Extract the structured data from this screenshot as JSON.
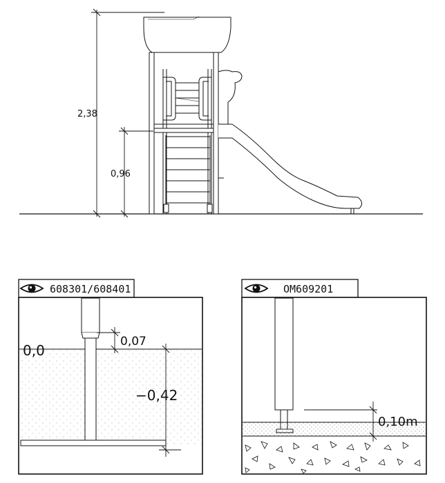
{
  "elevation": {
    "total_height": "2,38",
    "platform_height": "0,96"
  },
  "detail_left": {
    "label": "608301/608401",
    "ground_level": "0,0",
    "above_ground": "0,07",
    "depth": "−0,42"
  },
  "detail_right": {
    "label": "OM609201",
    "surface_thickness": "0,10m"
  },
  "icons": {
    "view_marker": "eye-icon"
  }
}
